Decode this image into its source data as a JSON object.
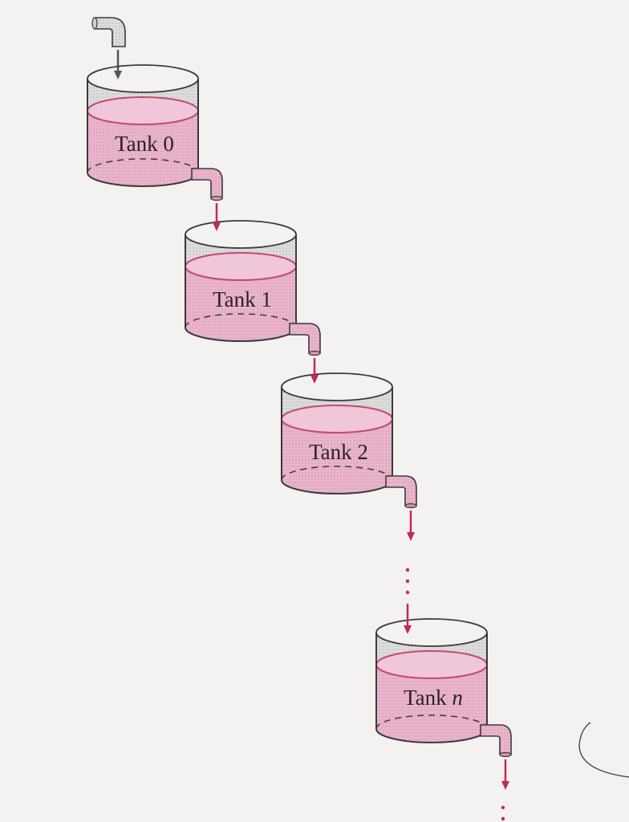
{
  "colors": {
    "background": "#f3f2f1",
    "liquid": "#e8b7cf",
    "liquid_surface": "#efc6da",
    "liquid_edge": "#c4486f",
    "glass": "#dcdcdc",
    "outline": "#3a3a3a",
    "pipe": "#bdbdbd",
    "flow_arrow": "#c22a55",
    "inlet_arrow": "#555555"
  },
  "tanks": [
    {
      "name": "Tank",
      "index": "0",
      "index_italic": false
    },
    {
      "name": "Tank",
      "index": "1",
      "index_italic": false
    },
    {
      "name": "Tank",
      "index": "2",
      "index_italic": false
    },
    {
      "name": "Tank",
      "index": "n",
      "index_italic": true
    }
  ],
  "continuation": "⋮"
}
